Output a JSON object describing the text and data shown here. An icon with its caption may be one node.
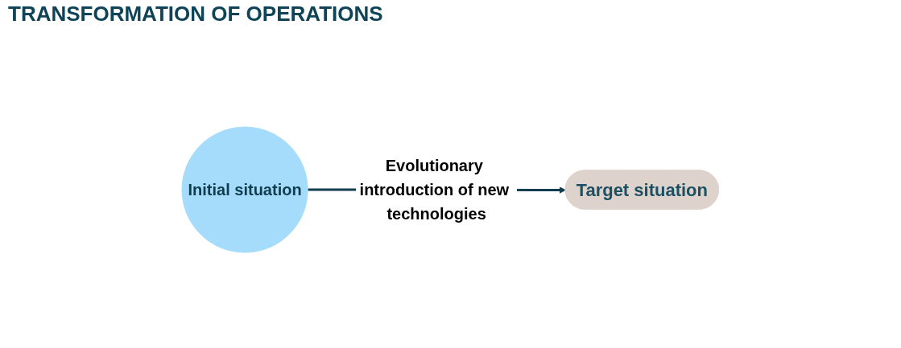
{
  "diagram": {
    "title": "TRANSFORMATION OF OPERATIONS",
    "nodes": [
      {
        "text": [
          "Initial situation"
        ]
      },
      {
        "text": [
          "Target situation"
        ]
      }
    ],
    "edges": [
      {
        "from": 0,
        "to": 1,
        "arrow": "to",
        "label": "Evolutionary introduction of new technologies"
      }
    ]
  }
}
